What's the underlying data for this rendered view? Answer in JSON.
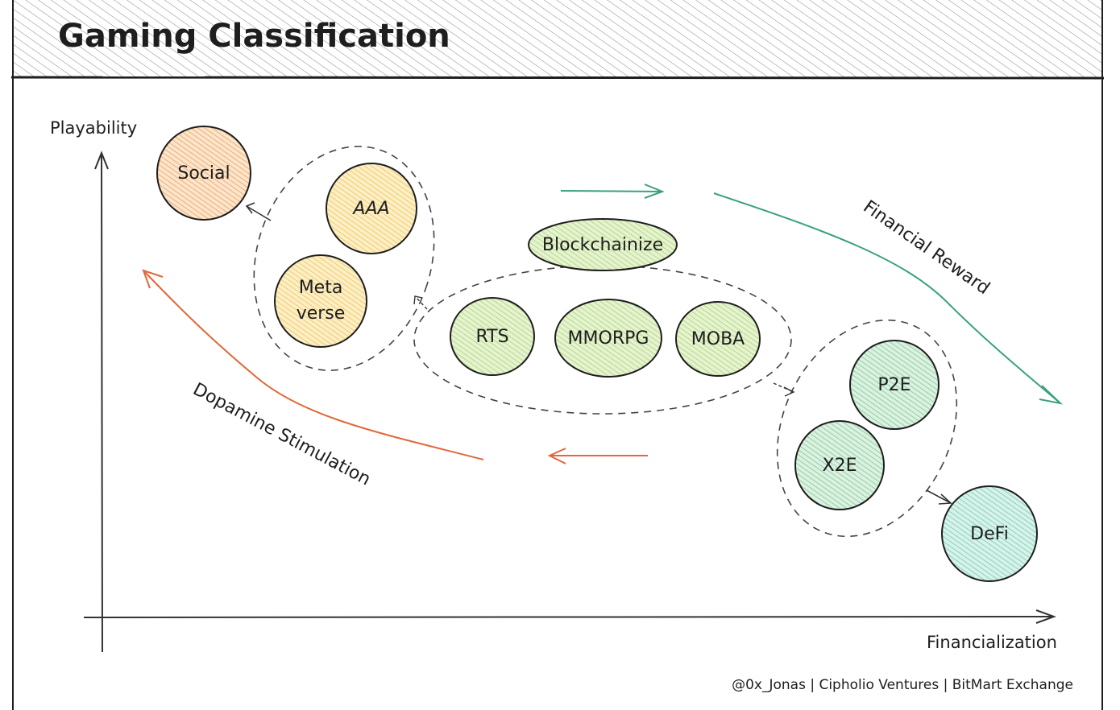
{
  "title": "Gaming Classification",
  "axes": {
    "y_label": "Playability",
    "x_label": "Financialization"
  },
  "groups": {
    "traditional": {
      "name": "traditional-group",
      "nodes": [
        "AAA",
        "Meta verse"
      ]
    },
    "blockchainize": {
      "label": "Blockchainize",
      "nodes": [
        "RTS",
        "MMORPG",
        "MOBA"
      ]
    },
    "earn": {
      "name": "earn-group",
      "nodes": [
        "P2E",
        "X2E"
      ]
    }
  },
  "nodes": {
    "social": {
      "label": "Social",
      "color": "#f6c89a"
    },
    "aaa": {
      "label": "AAA",
      "color": "#f8dc8f"
    },
    "metaverse": {
      "line1": "Meta",
      "line2": "verse",
      "color": "#f8dc8f"
    },
    "blockchainize": {
      "label": "Blockchainize",
      "color": "#cfe7a6"
    },
    "rts": {
      "label": "RTS",
      "color": "#cfe7a6"
    },
    "mmorpg": {
      "label": "MMORPG",
      "color": "#cfe7a6"
    },
    "moba": {
      "label": "MOBA",
      "color": "#cfe7a6"
    },
    "p2e": {
      "label": "P2E",
      "color": "#b3e2bf"
    },
    "x2e": {
      "label": "X2E",
      "color": "#b3e2bf"
    },
    "defi": {
      "label": "DeFi",
      "color": "#a8e2d4"
    }
  },
  "flows": {
    "financial_reward": {
      "label": "Financial Reward",
      "color": "#3aa17e"
    },
    "dopamine_stimulation": {
      "label": "Dopamine Stimulation",
      "color": "#e0683a"
    }
  },
  "edges": [
    {
      "from": "traditional-group",
      "to": "Social"
    },
    {
      "from": "Blockchainize group",
      "to": "traditional-group"
    },
    {
      "from": "Blockchainize group",
      "to": "earn-group"
    },
    {
      "from": "earn-group",
      "to": "DeFi"
    }
  ],
  "credit": "@0x_Jonas | Cipholio Ventures | BitMart Exchange",
  "colors": {
    "ink": "#1e1e1e",
    "dash": "#444444",
    "hatch_header": "#9a9a9a"
  }
}
